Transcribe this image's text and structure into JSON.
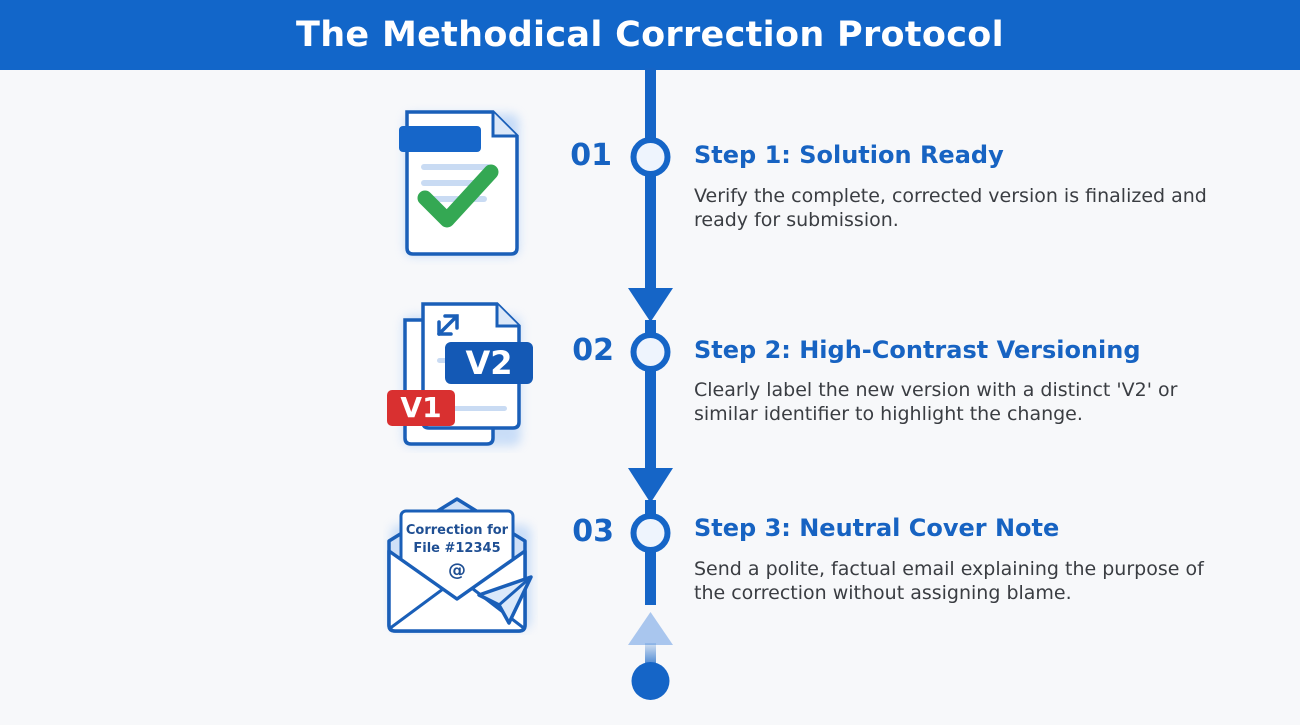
{
  "header": {
    "title": "The Methodical Correction Protocol"
  },
  "steps": [
    {
      "number": "01",
      "title": "Step 1: Solution Ready",
      "description": "Verify the complete, corrected version is finalized and ready for submission.",
      "icon": "document-check-icon"
    },
    {
      "number": "02",
      "title": "Step 2: High-Contrast Versioning",
      "description": "Clearly label the new version with a distinct 'V2' or similar identifier to highlight the change.",
      "icon": "version-documents-icon",
      "badges": {
        "new": "V2",
        "old": "V1"
      }
    },
    {
      "number": "03",
      "title": "Step 3: Neutral Cover Note",
      "description": "Send a polite, factual email explaining the purpose of the correction without assigning blame.",
      "icon": "envelope-send-icon",
      "envelope_note": {
        "line1": "Correction for",
        "line2": "File #12345",
        "symbol": "@"
      }
    }
  ],
  "colors": {
    "brand_blue": "#1266c9",
    "line_blue": "#1565c7",
    "check_green": "#34a853",
    "badge_red": "#d93030"
  }
}
